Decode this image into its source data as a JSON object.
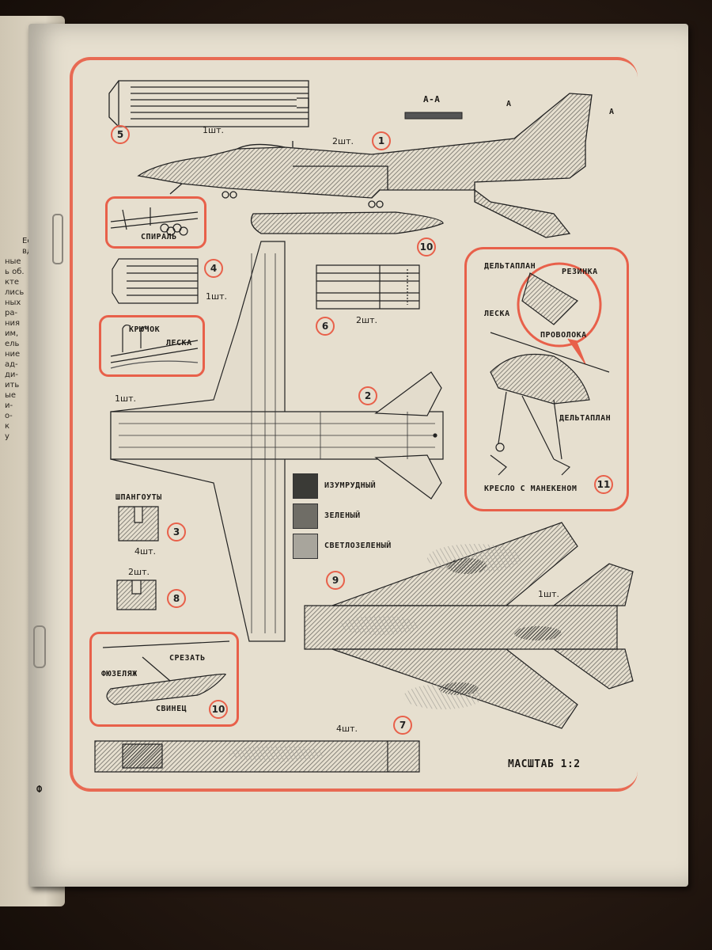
{
  "sheet": {
    "scale_label": "МАСШТАБ 1:2",
    "page_mark": "Ф",
    "section_label": "А-А",
    "section_marks": [
      "А",
      "А"
    ]
  },
  "left_page_fragments": [
    "Если",
    "вдо",
    "ные",
    "ь об.",
    "кте",
    "лись",
    "ных",
    "ра-",
    "ния",
    "им,",
    "ель",
    "ние",
    "ад-",
    "ди-",
    "ить",
    "ые",
    "и-",
    "о-",
    "к",
    "у"
  ],
  "parts": {
    "p1": {
      "number": "1",
      "count": "2шт."
    },
    "p2": {
      "number": "2",
      "count": "1шт."
    },
    "p3": {
      "number": "3",
      "count": "4шт.",
      "title": "ШПАНГОУТЫ"
    },
    "p4": {
      "number": "4",
      "count": "1шт."
    },
    "p5": {
      "number": "5",
      "count": "1шт."
    },
    "p6": {
      "number": "6",
      "count": "2шт."
    },
    "p7": {
      "number": "7",
      "count": "4шт."
    },
    "p8": {
      "number": "8",
      "count": "2шт."
    },
    "p9": {
      "number": "9",
      "count": "1шт."
    },
    "p10": {
      "number": "10"
    },
    "p10b": {
      "number": "10"
    },
    "p11": {
      "number": "11"
    }
  },
  "insets": {
    "spiral": {
      "label": "СПИРАЛЬ"
    },
    "hook": {
      "hook_label": "КРЮЧОК",
      "line_label": "ЛЕСКА"
    },
    "hangglider": {
      "top_label": "ДЕЛЬТАПЛАН",
      "rubber_label": "РЕЗИНКА",
      "line_label": "ЛЕСКА",
      "wire_label": "ПРОВОЛОКА",
      "bottom_label": "ДЕЛЬТАПЛАН",
      "seat_label": "КРЕСЛО С МАНЕКЕНОМ"
    },
    "tank": {
      "fuselage_label": "ФЮЗЕЛЯЖ",
      "cut_label": "СРЕЗАТЬ",
      "lead_label": "СВИНЕЦ"
    }
  },
  "legend": [
    {
      "label": "ИЗУМРУДНЫЙ",
      "color": "#3a3a36"
    },
    {
      "label": "ЗЕЛЕНЫЙ",
      "color": "#6f6d66"
    },
    {
      "label": "СВЕТЛОЗЕЛЕНЫЙ",
      "color": "#a8a59c"
    }
  ],
  "colors": {
    "accent_red": "#e8604a",
    "paper": "#e6dfcf",
    "ink": "#222222"
  }
}
